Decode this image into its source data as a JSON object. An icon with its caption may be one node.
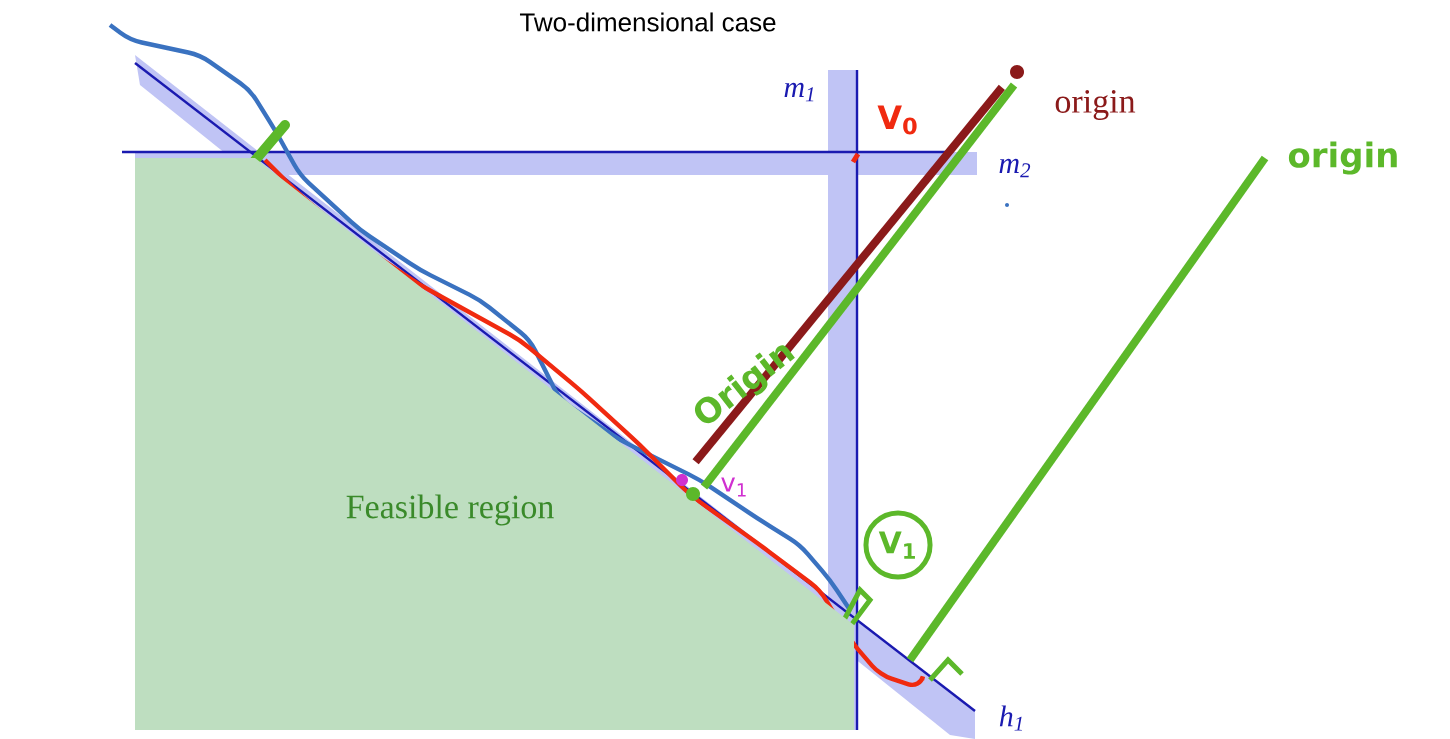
{
  "diagram": {
    "title": "Two-dimensional case",
    "nodes": [
      {
        "text": [
          "Feasible region"
        ]
      },
      {
        "text": [
          "origin"
        ]
      },
      {
        "text": [
          "v$_{1}$"
        ]
      },
      {
        "text": [
          "origin"
        ]
      },
      {
        "text": [
          "V$_{1}$"
        ]
      }
    ],
    "edges": [
      {
        "from": 1,
        "to": 2,
        "arrow": "none",
        "color": "#8b1a1a"
      },
      {
        "from": 1,
        "to": 2,
        "arrow": "none",
        "color": "#5cb82a"
      },
      {
        "from": 3,
        "to": null,
        "arrow": "none",
        "color": "#5cb82a"
      }
    ],
    "labels": [
      "m$_{1}$",
      "V$_{0}$",
      "m$_{2}$",
      "Origin",
      "h$_{1}$"
    ]
  }
}
